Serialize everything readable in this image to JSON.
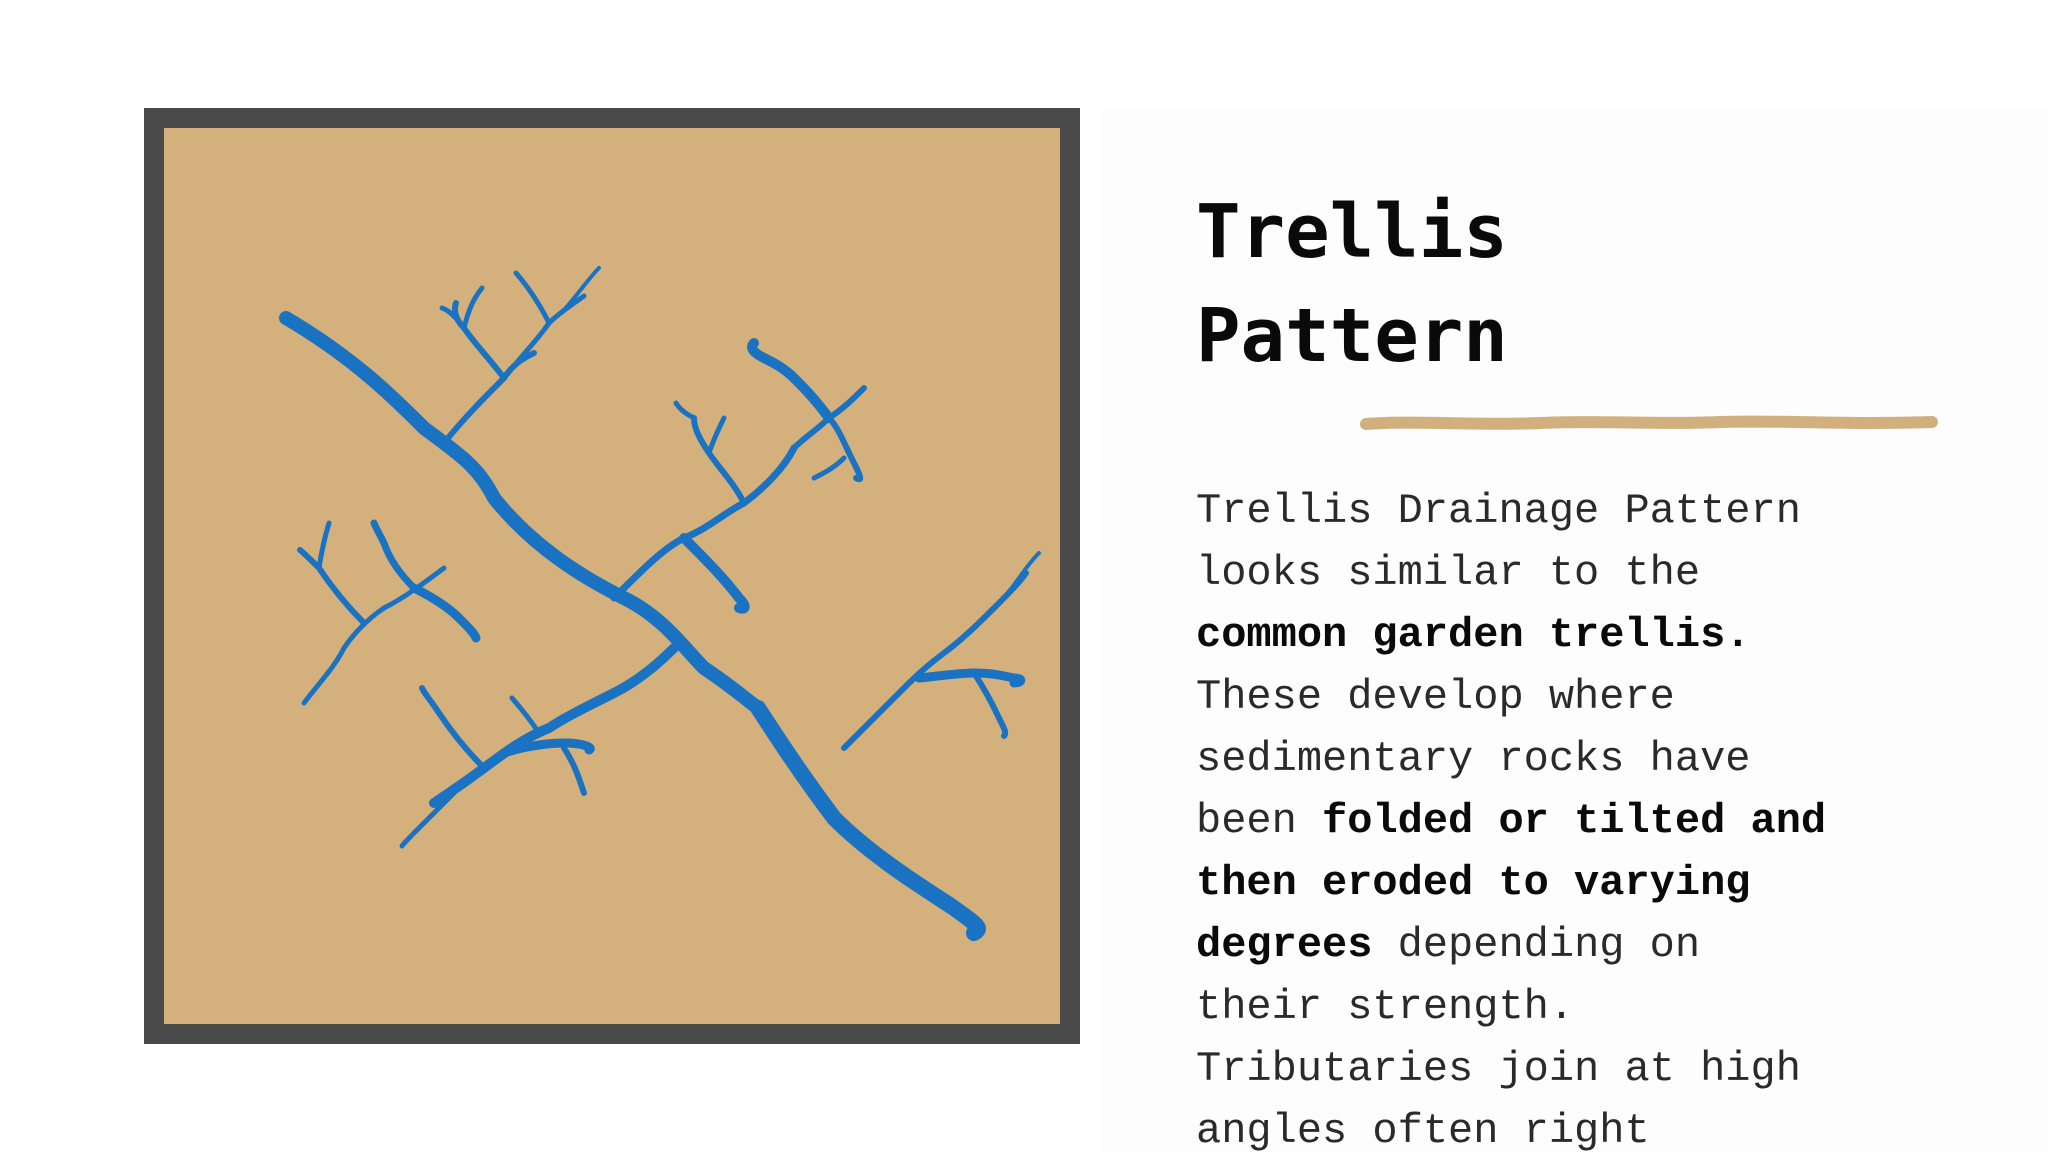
{
  "slide": {
    "title": "Trellis\nPattern",
    "body_segments": [
      {
        "text": "Trellis Drainage Pattern\nlooks similar to the\n",
        "bold": false
      },
      {
        "text": "common garden trellis.",
        "bold": true
      },
      {
        "text": "\nThese develop where\nsedimentary rocks have\nbeen ",
        "bold": false
      },
      {
        "text": "folded or tilted and\nthen eroded to varying\ndegrees",
        "bold": true
      },
      {
        "text": " depending on\ntheir strength.\nTributaries join at high\nangles often right",
        "bold": false
      }
    ]
  },
  "figure": {
    "icon": "trellis-drainage-diagram",
    "frame_color": "#4a4a4a",
    "land_color": "#d4b07c",
    "river_color": "#1a73c2"
  },
  "accent": {
    "brush_color": "#d2b07d"
  }
}
